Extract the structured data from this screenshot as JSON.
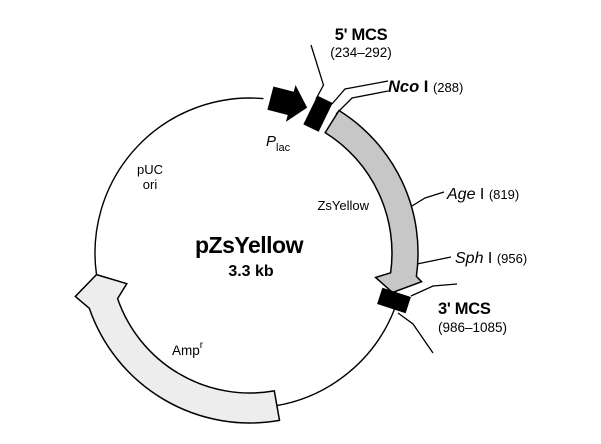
{
  "diagram": {
    "title": "pZsYellow",
    "size": "3.3 kb",
    "labels": {
      "five_mcs": {
        "name": "5' MCS",
        "range": "(234–292)"
      },
      "nco": {
        "name": "Nco",
        "suffix": " I ",
        "site": "(288)"
      },
      "age": {
        "name": "Age",
        "suffix": " I ",
        "site": "(819)"
      },
      "sph": {
        "name": "Sph",
        "suffix": " I ",
        "site": "(956)"
      },
      "three_mcs": {
        "name": "3' MCS",
        "range": "(986–1085)"
      },
      "gene": "ZsYellow",
      "ori_line1": "pUC",
      "ori_line2": "ori",
      "promoter_main": "P",
      "promoter_sub": "lac",
      "resistance_main": "Amp",
      "resistance_sup": "r"
    },
    "colors": {
      "gene_arc": "#c7c7c7",
      "amp_arc": "#ededed",
      "feature": "#000000"
    }
  }
}
